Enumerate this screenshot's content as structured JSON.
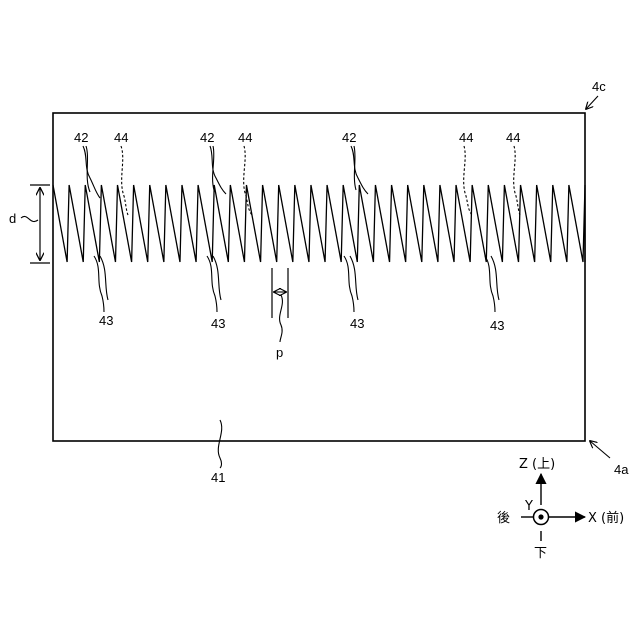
{
  "labels": {
    "ref_41": "41",
    "ref_42": [
      "42",
      "42",
      "42"
    ],
    "ref_43": [
      "43",
      "43",
      "43",
      "43"
    ],
    "ref_44": [
      "44",
      "44",
      "44",
      "44"
    ],
    "ref_4a": "4a",
    "ref_4c": "4c",
    "dim_d": "d",
    "dim_p": "p"
  },
  "axes": {
    "z": "Z (上)",
    "x": "X (前)",
    "y": "Y",
    "back": "後",
    "down": "下"
  },
  "sawtooth": {
    "teeth": 33
  },
  "colors": {
    "stroke": "#000000",
    "background": "#ffffff"
  }
}
